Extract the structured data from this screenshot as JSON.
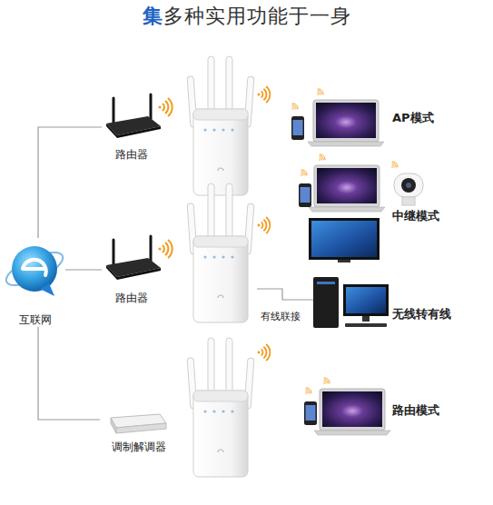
{
  "diagram": {
    "title": "集多种实用功能于一身",
    "nodes": [
      {
        "text": [
          "路由器"
        ]
      },
      {
        "text": [
          "互联网"
        ]
      },
      {
        "text": [
          "路由器"
        ]
      },
      {
        "text": [
          "调制解调器"
        ]
      }
    ],
    "edges": [
      {
        "from": 1,
        "to": 0,
        "arrow": "none"
      },
      {
        "from": 1,
        "to": 2,
        "arrow": "none"
      },
      {
        "from": 1,
        "to": 3,
        "arrow": "none"
      }
    ],
    "labels": [
      "AP模式",
      "中继模式",
      "有线联接",
      "无线转有线",
      "路由模式"
    ]
  }
}
